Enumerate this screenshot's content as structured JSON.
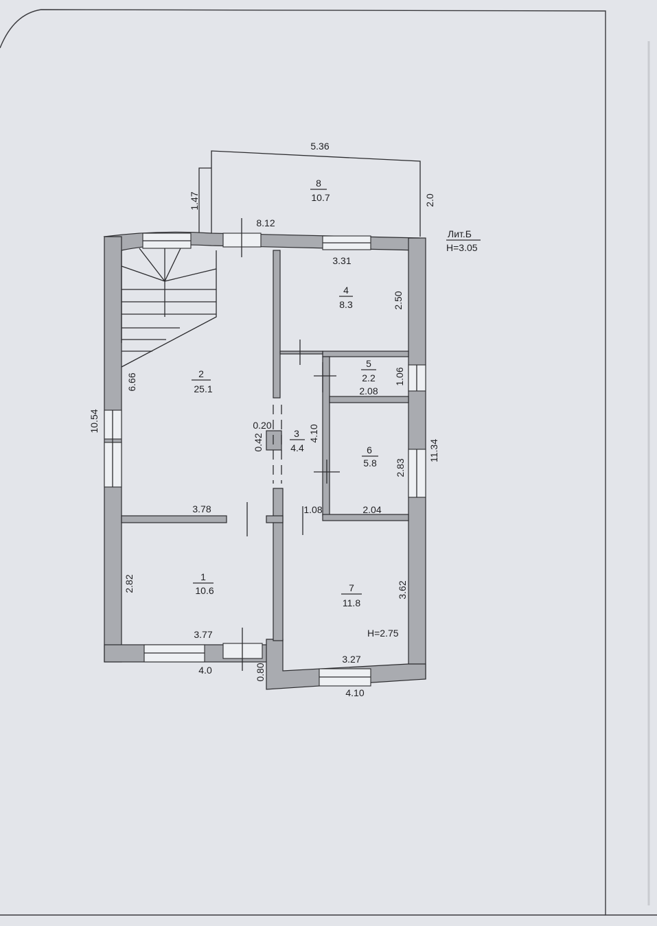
{
  "sheet": {
    "building_label": "Лит.Б",
    "building_height": "H=3.05",
    "ground_room_height": "H=2.75"
  },
  "rooms": [
    {
      "number": "1",
      "area": "10.6"
    },
    {
      "number": "2",
      "area": "25.1"
    },
    {
      "number": "3",
      "area": "4.4"
    },
    {
      "number": "4",
      "area": "8.3"
    },
    {
      "number": "5",
      "area": "2.2"
    },
    {
      "number": "6",
      "area": "5.8"
    },
    {
      "number": "7",
      "area": "11.8"
    },
    {
      "number": "8",
      "area": "10.7"
    }
  ],
  "dimensions": {
    "balcony_width": "5.36",
    "balcony_depth": "2.0",
    "balcony_step": "1.47",
    "top_overall": "8.12",
    "room4_width": "3.31",
    "room4_depth": "2.50",
    "room2_depth": "6.66",
    "left_overall": "10.54",
    "right_overall": "11.34",
    "room5_depth": "1.06",
    "room5_width": "2.08",
    "column_w": "0.20",
    "column_h": "0.42",
    "room3_depth": "4.10",
    "room6_depth": "2.83",
    "room2_width": "3.78",
    "door_108": "1.08",
    "room6_width": "2.04",
    "room1_depth": "2.82",
    "room1_width": "3.77",
    "room7_depth": "3.62",
    "room1_outer": "4.0",
    "offset": "0.80",
    "room7_width": "3.27",
    "room7_outer": "4.10"
  }
}
